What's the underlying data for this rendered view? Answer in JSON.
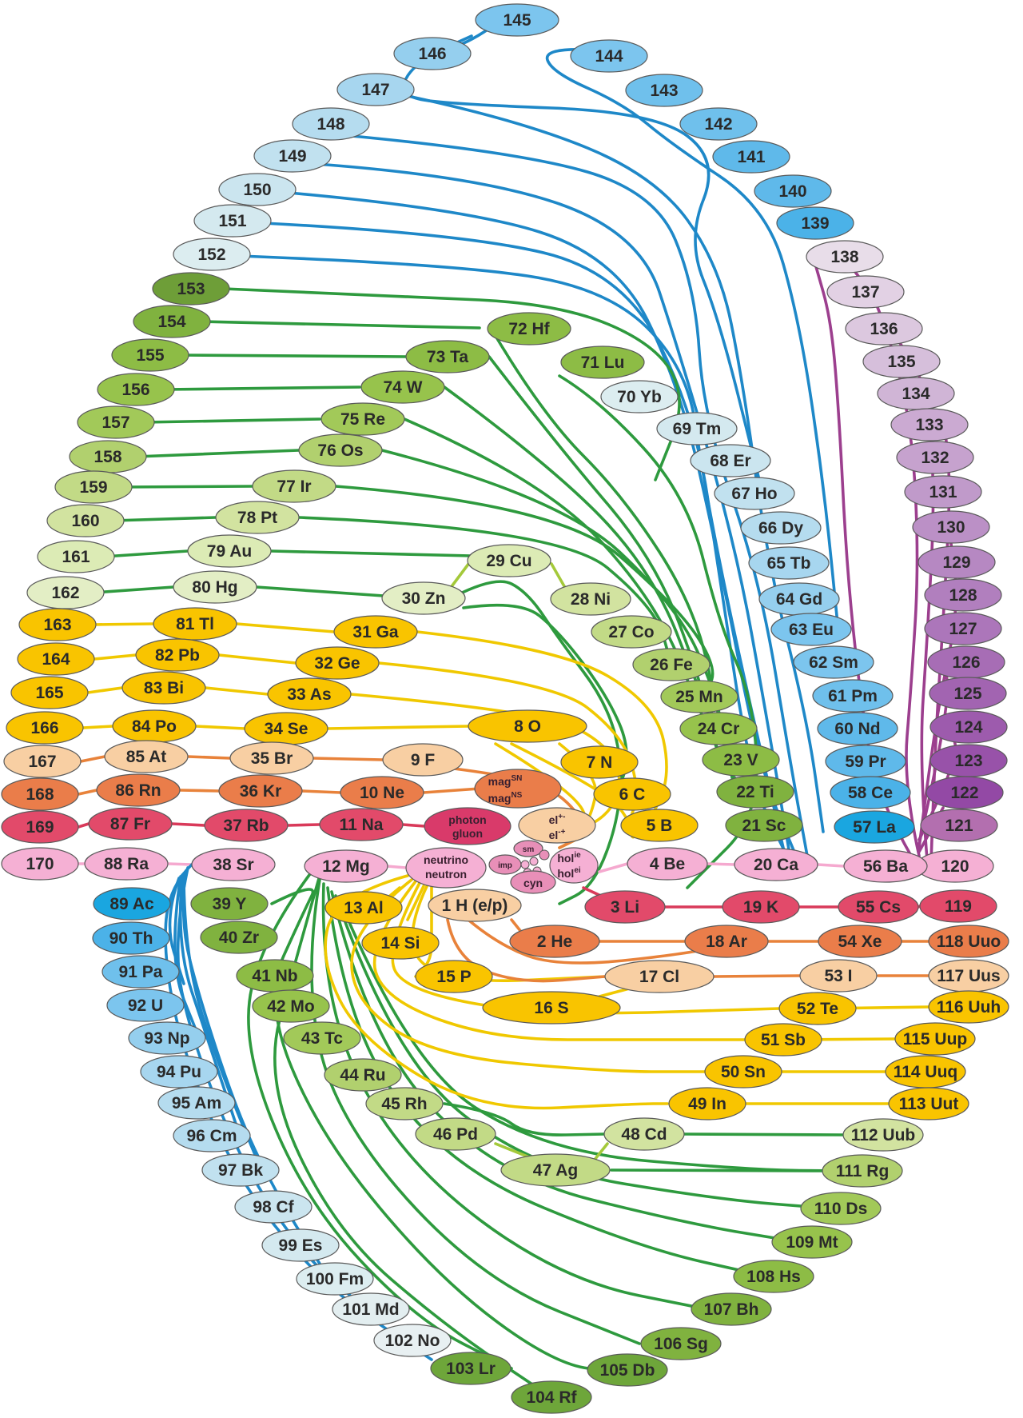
{
  "colors": {
    "blue": "#1e88c8",
    "green": "#2e9a3e",
    "yellow": "#f0c800",
    "orange": "#e8823a",
    "red": "#d93a5a",
    "pink": "#f5a9cf",
    "purple": "#9c3f8e",
    "lightblue": "#a6d4ee",
    "midblue": "#6ec0ea",
    "lightpurple": "#d8c0df",
    "midpurple": "#b880bf",
    "darkgreen": "#6ea63a",
    "limegreen": "#9cc841",
    "palegreen": "#d7e8a9",
    "gold": "#f9c400",
    "peach": "#f8cfa3",
    "salmon": "#ea7d4a",
    "crimson": "#e24a6a",
    "rose": "#f5b0d4"
  },
  "cells": [
    {
      "id": "e145",
      "label": "145",
      "fill": "#7cc5ee"
    },
    {
      "id": "e146",
      "label": "146",
      "fill": "#95cfee"
    },
    {
      "id": "e144",
      "label": "144",
      "fill": "#7cc5ee"
    },
    {
      "id": "e147",
      "label": "147",
      "fill": "#a7d6ef"
    },
    {
      "id": "e143",
      "label": "143",
      "fill": "#6fc0ec"
    },
    {
      "id": "e148",
      "label": "148",
      "fill": "#b5dcef"
    },
    {
      "id": "e142",
      "label": "142",
      "fill": "#6fc0ec"
    },
    {
      "id": "e149",
      "label": "149",
      "fill": "#c1e1ef"
    },
    {
      "id": "e141",
      "label": "141",
      "fill": "#5fb9ea"
    },
    {
      "id": "e150",
      "label": "150",
      "fill": "#cbe5ef"
    },
    {
      "id": "e140",
      "label": "140",
      "fill": "#5fb9ea"
    },
    {
      "id": "e151",
      "label": "151",
      "fill": "#d4e9ef"
    },
    {
      "id": "e139",
      "label": "139",
      "fill": "#4bb2e8"
    },
    {
      "id": "e152",
      "label": "152",
      "fill": "#dcedf0"
    },
    {
      "id": "e138",
      "label": "138",
      "fill": "#e8dde9"
    },
    {
      "id": "e153",
      "label": "153",
      "fill": "#6e9e38"
    },
    {
      "id": "e137",
      "label": "137",
      "fill": "#e2d1e4"
    },
    {
      "id": "e154",
      "label": "154",
      "fill": "#80b23f"
    },
    {
      "id": "e136",
      "label": "136",
      "fill": "#dcc8df"
    },
    {
      "id": "e155",
      "label": "155",
      "fill": "#8dbc45"
    },
    {
      "id": "e135",
      "label": "135",
      "fill": "#d6bfdb"
    },
    {
      "id": "e156",
      "label": "156",
      "fill": "#97c34c"
    },
    {
      "id": "e134",
      "label": "134",
      "fill": "#d0b5d6"
    },
    {
      "id": "e157",
      "label": "157",
      "fill": "#a2c959"
    },
    {
      "id": "e133",
      "label": "133",
      "fill": "#cbaad2"
    },
    {
      "id": "e158",
      "label": "158",
      "fill": "#b1d06e"
    },
    {
      "id": "e132",
      "label": "132",
      "fill": "#c6a2ce"
    },
    {
      "id": "e159",
      "label": "159",
      "fill": "#c2da86"
    },
    {
      "id": "e131",
      "label": "131",
      "fill": "#c09aca"
    },
    {
      "id": "e160",
      "label": "160",
      "fill": "#d2e3a0"
    },
    {
      "id": "e130",
      "label": "130",
      "fill": "#bb90c6"
    },
    {
      "id": "e161",
      "label": "161",
      "fill": "#dcebb5"
    },
    {
      "id": "e129",
      "label": "129",
      "fill": "#b688c2"
    },
    {
      "id": "e162",
      "label": "162",
      "fill": "#e3eec5"
    },
    {
      "id": "e128",
      "label": "128",
      "fill": "#b17fbe"
    },
    {
      "id": "e163",
      "label": "163",
      "fill": "#f9c400"
    },
    {
      "id": "e127",
      "label": "127",
      "fill": "#ac76ba"
    },
    {
      "id": "e164",
      "label": "164",
      "fill": "#f9c400"
    },
    {
      "id": "e126",
      "label": "126",
      "fill": "#a76db5"
    },
    {
      "id": "e165",
      "label": "165",
      "fill": "#f9c400"
    },
    {
      "id": "e125",
      "label": "125",
      "fill": "#a264b1"
    },
    {
      "id": "e166",
      "label": "166",
      "fill": "#f9c400"
    },
    {
      "id": "e124",
      "label": "124",
      "fill": "#9d5bad"
    },
    {
      "id": "e167",
      "label": "167",
      "fill": "#f8cfa3"
    },
    {
      "id": "e123",
      "label": "123",
      "fill": "#9852a9"
    },
    {
      "id": "e168",
      "label": "168",
      "fill": "#ea7d4a"
    },
    {
      "id": "e122",
      "label": "122",
      "fill": "#9349a5"
    },
    {
      "id": "e169",
      "label": "169",
      "fill": "#e24a6a"
    },
    {
      "id": "e121",
      "label": "121",
      "fill": "#b36faf"
    },
    {
      "id": "e170",
      "label": "170",
      "fill": "#f5b0d4"
    },
    {
      "id": "e120",
      "label": "120",
      "fill": "#f5b0d4"
    },
    {
      "id": "e72",
      "label": "72 Hf",
      "fill": "#8dbc45"
    },
    {
      "id": "e73",
      "label": "73 Ta",
      "fill": "#8dbc45"
    },
    {
      "id": "e71",
      "label": "71 Lu",
      "fill": "#8dbc45"
    },
    {
      "id": "e74",
      "label": "74 W",
      "fill": "#97c34c"
    },
    {
      "id": "e70",
      "label": "70 Yb",
      "fill": "#dcedf0"
    },
    {
      "id": "e75",
      "label": "75 Re",
      "fill": "#a2c959"
    },
    {
      "id": "e69",
      "label": "69 Tm",
      "fill": "#d4e9ef"
    },
    {
      "id": "e76",
      "label": "76 Os",
      "fill": "#b1d06e"
    },
    {
      "id": "e68",
      "label": "68 Er",
      "fill": "#cbe5ef"
    },
    {
      "id": "e77",
      "label": "77 Ir",
      "fill": "#c2da86"
    },
    {
      "id": "e67",
      "label": "67 Ho",
      "fill": "#c1e1ef"
    },
    {
      "id": "e78",
      "label": "78 Pt",
      "fill": "#d2e3a0"
    },
    {
      "id": "e66",
      "label": "66 Dy",
      "fill": "#b5dcef"
    },
    {
      "id": "e79",
      "label": "79 Au",
      "fill": "#dcebb5"
    },
    {
      "id": "e29",
      "label": "29 Cu",
      "fill": "#dcebb5"
    },
    {
      "id": "e65",
      "label": "65 Tb",
      "fill": "#a7d6ef"
    },
    {
      "id": "e80",
      "label": "80 Hg",
      "fill": "#e3eec5"
    },
    {
      "id": "e30",
      "label": "30 Zn",
      "fill": "#e3eec5"
    },
    {
      "id": "e28",
      "label": "28 Ni",
      "fill": "#d2e3a0"
    },
    {
      "id": "e64",
      "label": "64 Gd",
      "fill": "#95cfee"
    },
    {
      "id": "e81",
      "label": "81 Tl",
      "fill": "#f9c400"
    },
    {
      "id": "e31",
      "label": "31 Ga",
      "fill": "#f9c400"
    },
    {
      "id": "e27",
      "label": "27 Co",
      "fill": "#c2da86"
    },
    {
      "id": "e63",
      "label": "63 Eu",
      "fill": "#7cc5ee"
    },
    {
      "id": "e82",
      "label": "82 Pb",
      "fill": "#f9c400"
    },
    {
      "id": "e32",
      "label": "32 Ge",
      "fill": "#f9c400"
    },
    {
      "id": "e26",
      "label": "26 Fe",
      "fill": "#b1d06e"
    },
    {
      "id": "e62",
      "label": "62 Sm",
      "fill": "#7cc5ee"
    },
    {
      "id": "e83",
      "label": "83 Bi",
      "fill": "#f9c400"
    },
    {
      "id": "e33",
      "label": "33 As",
      "fill": "#f9c400"
    },
    {
      "id": "e25",
      "label": "25 Mn",
      "fill": "#a2c959"
    },
    {
      "id": "e61",
      "label": "61 Pm",
      "fill": "#6fc0ec"
    },
    {
      "id": "e84",
      "label": "84 Po",
      "fill": "#f9c400"
    },
    {
      "id": "e34",
      "label": "34 Se",
      "fill": "#f9c400"
    },
    {
      "id": "e8",
      "label": "8 O",
      "fill": "#f9c400"
    },
    {
      "id": "e24",
      "label": "24 Cr",
      "fill": "#97c34c"
    },
    {
      "id": "e60",
      "label": "60 Nd",
      "fill": "#5fb9ea"
    },
    {
      "id": "e85",
      "label": "85 At",
      "fill": "#f8cfa3"
    },
    {
      "id": "e35",
      "label": "35 Br",
      "fill": "#f8cfa3"
    },
    {
      "id": "e9",
      "label": "9 F",
      "fill": "#f8cfa3"
    },
    {
      "id": "e7",
      "label": "7 N",
      "fill": "#f9c400"
    },
    {
      "id": "e23",
      "label": "23 V",
      "fill": "#8dbc45"
    },
    {
      "id": "e59",
      "label": "59 Pr",
      "fill": "#5fb9ea"
    },
    {
      "id": "e86",
      "label": "86 Rn",
      "fill": "#ea7d4a"
    },
    {
      "id": "e36",
      "label": "36 Kr",
      "fill": "#ea7d4a"
    },
    {
      "id": "e10",
      "label": "10 Ne",
      "fill": "#ea7d4a"
    },
    {
      "id": "e6",
      "label": "6 C",
      "fill": "#f9c400"
    },
    {
      "id": "e22",
      "label": "22 Ti",
      "fill": "#80b23f"
    },
    {
      "id": "e58",
      "label": "58 Ce",
      "fill": "#4bb2e8"
    },
    {
      "id": "e87",
      "label": "87 Fr",
      "fill": "#e24a6a"
    },
    {
      "id": "e37",
      "label": "37 Rb",
      "fill": "#e24a6a"
    },
    {
      "id": "e11",
      "label": "11 Na",
      "fill": "#e24a6a"
    },
    {
      "id": "e5",
      "label": "5 B",
      "fill": "#f9c400"
    },
    {
      "id": "e21",
      "label": "21 Sc",
      "fill": "#80b23f"
    },
    {
      "id": "e57",
      "label": "57 La",
      "fill": "#1aa6e0"
    },
    {
      "id": "e88",
      "label": "88 Ra",
      "fill": "#f5b0d4"
    },
    {
      "id": "e38",
      "label": "38 Sr",
      "fill": "#f5b0d4"
    },
    {
      "id": "e12",
      "label": "12 Mg",
      "fill": "#f5b0d4"
    },
    {
      "id": "e4",
      "label": "4 Be",
      "fill": "#f5b0d4"
    },
    {
      "id": "e20",
      "label": "20 Ca",
      "fill": "#f5b0d4"
    },
    {
      "id": "e56",
      "label": "56 Ba",
      "fill": "#f5b0d4"
    },
    {
      "id": "e89",
      "label": "89 Ac",
      "fill": "#1aa6e0"
    },
    {
      "id": "e39",
      "label": "39 Y",
      "fill": "#80b23f"
    },
    {
      "id": "e1",
      "label": "1 H (e/p)",
      "fill": "#f8cfa3"
    },
    {
      "id": "e3",
      "label": "3 Li",
      "fill": "#e24a6a"
    },
    {
      "id": "e19",
      "label": "19 K",
      "fill": "#e24a6a"
    },
    {
      "id": "e55",
      "label": "55 Cs",
      "fill": "#e24a6a"
    },
    {
      "id": "e119",
      "label": "119",
      "fill": "#e24a6a"
    },
    {
      "id": "e90",
      "label": "90 Th",
      "fill": "#4bb2e8"
    },
    {
      "id": "e13",
      "label": "13 Al",
      "fill": "#f9c400"
    },
    {
      "id": "e40",
      "label": "40 Zr",
      "fill": "#80b23f"
    },
    {
      "id": "e2",
      "label": "2 He",
      "fill": "#ea7d4a"
    },
    {
      "id": "e18",
      "label": "18 Ar",
      "fill": "#ea7d4a"
    },
    {
      "id": "e54",
      "label": "54 Xe",
      "fill": "#ea7d4a"
    },
    {
      "id": "e118",
      "label": "118 Uuo",
      "fill": "#ea7d4a"
    },
    {
      "id": "e91",
      "label": "91 Pa",
      "fill": "#6fc0ec"
    },
    {
      "id": "e14",
      "label": "14 Si",
      "fill": "#f9c400"
    },
    {
      "id": "e41",
      "label": "41 Nb",
      "fill": "#8dbc45"
    },
    {
      "id": "e15",
      "label": "15 P",
      "fill": "#f9c400"
    },
    {
      "id": "e17",
      "label": "17 Cl",
      "fill": "#f8cfa3"
    },
    {
      "id": "e53",
      "label": "53 I",
      "fill": "#f8cfa3"
    },
    {
      "id": "e117",
      "label": "117 Uus",
      "fill": "#f8cfa3"
    },
    {
      "id": "e92",
      "label": "92 U",
      "fill": "#7cc5ee"
    },
    {
      "id": "e42",
      "label": "42 Mo",
      "fill": "#97c34c"
    },
    {
      "id": "e16",
      "label": "16 S",
      "fill": "#f9c400"
    },
    {
      "id": "e52",
      "label": "52 Te",
      "fill": "#f9c400"
    },
    {
      "id": "e116",
      "label": "116 Uuh",
      "fill": "#f9c400"
    },
    {
      "id": "e93",
      "label": "93 Np",
      "fill": "#95cfee"
    },
    {
      "id": "e43",
      "label": "43 Tc",
      "fill": "#a2c959"
    },
    {
      "id": "e51",
      "label": "51 Sb",
      "fill": "#f9c400"
    },
    {
      "id": "e115",
      "label": "115 Uup",
      "fill": "#f9c400"
    },
    {
      "id": "e94",
      "label": "94 Pu",
      "fill": "#a7d6ef"
    },
    {
      "id": "e44",
      "label": "44 Ru",
      "fill": "#b1d06e"
    },
    {
      "id": "e50",
      "label": "50 Sn",
      "fill": "#f9c400"
    },
    {
      "id": "e114",
      "label": "114 Uuq",
      "fill": "#f9c400"
    },
    {
      "id": "e95",
      "label": "95 Am",
      "fill": "#b5dcef"
    },
    {
      "id": "e45",
      "label": "45 Rh",
      "fill": "#c2da86"
    },
    {
      "id": "e49",
      "label": "49 In",
      "fill": "#f9c400"
    },
    {
      "id": "e113",
      "label": "113 Uut",
      "fill": "#f9c400"
    },
    {
      "id": "e96",
      "label": "96 Cm",
      "fill": "#b5dcef"
    },
    {
      "id": "e46",
      "label": "46 Pd",
      "fill": "#c2da86"
    },
    {
      "id": "e48",
      "label": "48 Cd",
      "fill": "#d2e3a0"
    },
    {
      "id": "e112",
      "label": "112 Uub",
      "fill": "#d2e3a0"
    },
    {
      "id": "e97",
      "label": "97 Bk",
      "fill": "#c1e1ef"
    },
    {
      "id": "e47",
      "label": "47 Ag",
      "fill": "#c2da86"
    },
    {
      "id": "e111",
      "label": "111 Rg",
      "fill": "#b1d06e"
    },
    {
      "id": "e98",
      "label": "98 Cf",
      "fill": "#cbe5ef"
    },
    {
      "id": "e110",
      "label": "110 Ds",
      "fill": "#a2c959"
    },
    {
      "id": "e99",
      "label": "99 Es",
      "fill": "#d4e9ef"
    },
    {
      "id": "e109",
      "label": "109 Mt",
      "fill": "#97c34c"
    },
    {
      "id": "e100",
      "label": "100 Fm",
      "fill": "#dcedf0"
    },
    {
      "id": "e108",
      "label": "108 Hs",
      "fill": "#8dbc45"
    },
    {
      "id": "e101",
      "label": "101 Md",
      "fill": "#e3eef0"
    },
    {
      "id": "e107",
      "label": "107 Bh",
      "fill": "#80b23f"
    },
    {
      "id": "e102",
      "label": "102 No",
      "fill": "#e8f0f2"
    },
    {
      "id": "e106",
      "label": "106 Sg",
      "fill": "#80b23f"
    },
    {
      "id": "e103",
      "label": "103 Lr",
      "fill": "#6ea63a"
    },
    {
      "id": "e105",
      "label": "105 Db",
      "fill": "#6ea63a"
    },
    {
      "id": "e104",
      "label": "104 Rf",
      "fill": "#6ea63a"
    }
  ],
  "center": {
    "mag_top": "mag",
    "mag_top_sup": "SN",
    "mag_bottom": "mag",
    "mag_bottom_sup": "NS",
    "photon": "photon",
    "gluon": "gluon",
    "el_top": "el",
    "el_top_sup": "+-",
    "el_bottom": "el",
    "el_bottom_sup": "-+",
    "neutrino": "neutrino",
    "neutron": "neutron",
    "sm": "sm",
    "imp": "imp",
    "hol_top": "hol",
    "hol_top_sup": "ie",
    "hol_bottom": "hol",
    "hol_bottom_sup": "ei",
    "cyn": "cyn"
  }
}
